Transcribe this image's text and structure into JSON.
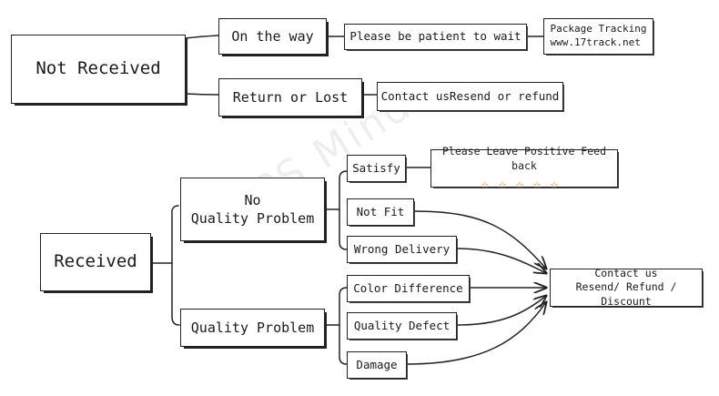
{
  "not_received": {
    "title": "Not Received",
    "on_the_way": "On the way",
    "patient": "Please be patient to wait",
    "tracking": "Package Tracking\nwww.17track.net",
    "return_or_lost": "Return or Lost",
    "contact_resend": "Contact usResend or refund"
  },
  "received": {
    "title": "Received",
    "no_quality_problem": "No\nQuality Problem",
    "quality_problem": "Quality Problem",
    "satisfy": "Satisfy",
    "feedback": "Please Leave Positive Feed back",
    "stars": "☆☆☆☆☆",
    "not_fit": "Not Fit",
    "wrong_delivery": "Wrong Delivery",
    "color_difference": "Color Difference",
    "quality_defect": "Quality Defect",
    "damage": "Damage",
    "contact_us": "Contact us\nResend/ Refund / Discount"
  },
  "watermark": "WPS Mind",
  "colors": {
    "line": "#222222",
    "star": "#e07b2a"
  }
}
